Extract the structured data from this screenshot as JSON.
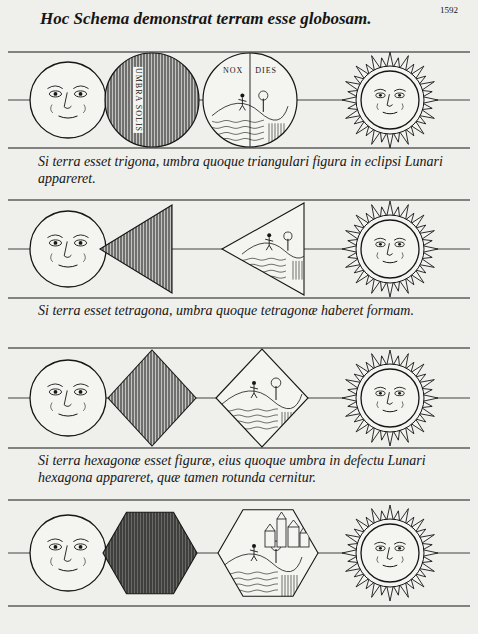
{
  "diagram": {
    "title": "Hoc Schema demonstrat terram esse globosam.",
    "nodes": [
      {
        "text": [
          "UMBRA SOLIS"
        ]
      },
      {
        "text": [
          "NOX",
          "DIES"
        ]
      }
    ],
    "labels": [
      "1592",
      "Si terra esset trigona, umbra quoque triangulari figura in eclipsi Lunari appareret.",
      "Si terra esset tetragona, umbra quoque tetragonæ haberet formam.",
      "Si terra hexagonæ esset figuræ, eius quoque umbra in defectu Lunari hexagona appareret, quæ tamen rotunda cernitur."
    ]
  }
}
